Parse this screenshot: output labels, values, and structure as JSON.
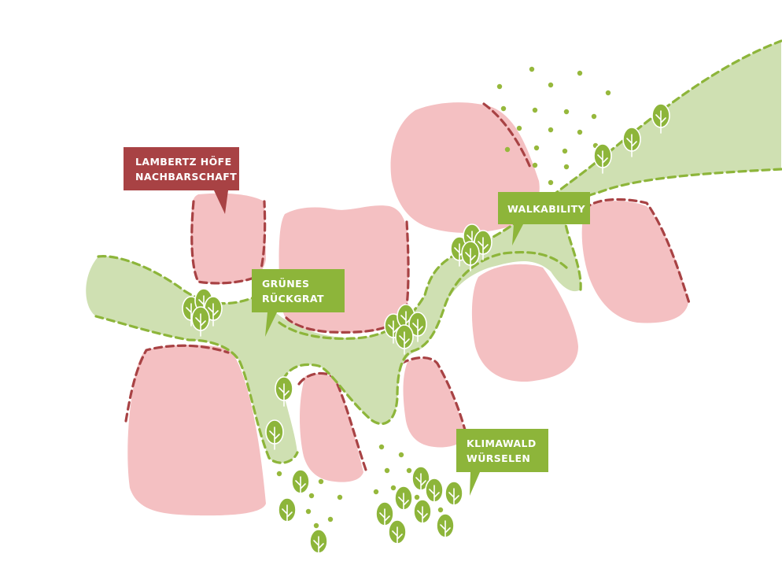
{
  "colors": {
    "block_fill": "#f4c0c2",
    "block_outline": "#a84244",
    "green_fill": "#cfe0b2",
    "green_outline": "#8db53a",
    "tree": "#8db53a",
    "callout_red": "#a84244",
    "callout_green": "#8db53a",
    "callout_text": "#ffffff"
  },
  "labels": {
    "lambertz": [
      "LAMBERTZ HÖFE",
      "NACHBARSCHAFT"
    ],
    "gruenes": [
      "GRÜNES",
      "RÜCKGRAT"
    ],
    "walkability": [
      "WALKABILITY"
    ],
    "klimawald": [
      "KLIMAWALD",
      "WÜRSELEN"
    ]
  },
  "icons": {
    "tree": "deciduous-tree-icon",
    "dot": "dot-marker"
  }
}
